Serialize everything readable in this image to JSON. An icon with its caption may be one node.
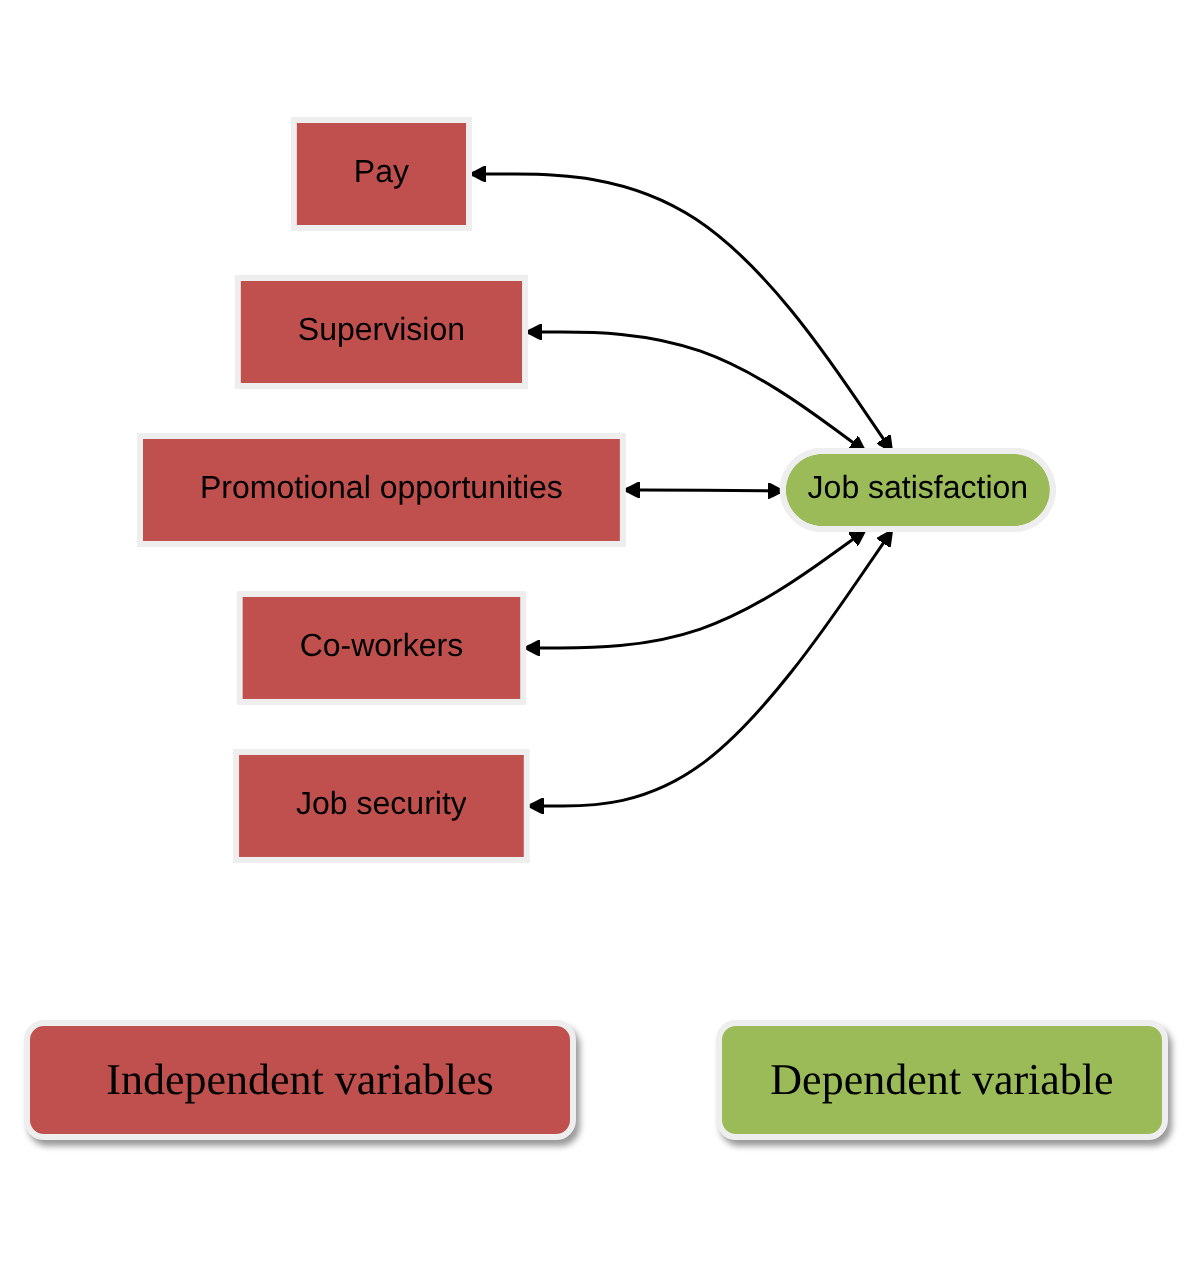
{
  "diagram": {
    "nodes": [
      {
        "text": [
          "Pay"
        ]
      },
      {
        "text": [
          "Supervision"
        ]
      },
      {
        "text": [
          "Promotional opportunities"
        ]
      },
      {
        "text": [
          "Co-workers"
        ]
      },
      {
        "text": [
          "Job security"
        ]
      },
      {
        "text": [
          "Job satisfaction"
        ]
      }
    ],
    "edges": [
      {
        "from": 0,
        "to": 5,
        "arrow": "both"
      },
      {
        "from": 1,
        "to": 5,
        "arrow": "both"
      },
      {
        "from": 2,
        "to": 5,
        "arrow": "both"
      },
      {
        "from": 3,
        "to": 5,
        "arrow": "both"
      },
      {
        "from": 4,
        "to": 5,
        "arrow": "both"
      }
    ],
    "legend": [
      {
        "text": "Independent variables",
        "color": "#c0504d"
      },
      {
        "text": "Dependent variable",
        "color": "#9bbb59"
      }
    ]
  }
}
